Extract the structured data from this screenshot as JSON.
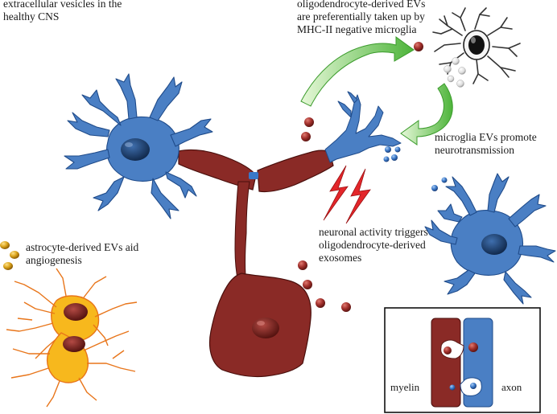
{
  "labels": {
    "title": "extracellular vesicles in the\nhealthy CNS",
    "oligo_uptake": "oligodendrocyte-derived EVs\nare preferentially taken up by\nMHC-II negative microglia",
    "microglia_evs": "microglia EVs promote\nneurotransmission",
    "astro_evs": "astrocyte-derived EVs aid\nangiogenesis",
    "activity": "neuronal activity triggers\noligodendrocyte-derived\nexosomes"
  },
  "inset": {
    "myelin": "myelin",
    "axon": "axon"
  },
  "colors": {
    "neuron": "#8a2a26",
    "microglia": "#4a7fc4",
    "astrocyte": "#f7b81d",
    "astro_outline": "#e8751a",
    "arrow": "#7fd06a",
    "lightning": "#e3262a",
    "vesicle_red": "#a1302c",
    "vesicle_blue": "#3a78c8",
    "vesicle_gold": "#d9a219"
  }
}
